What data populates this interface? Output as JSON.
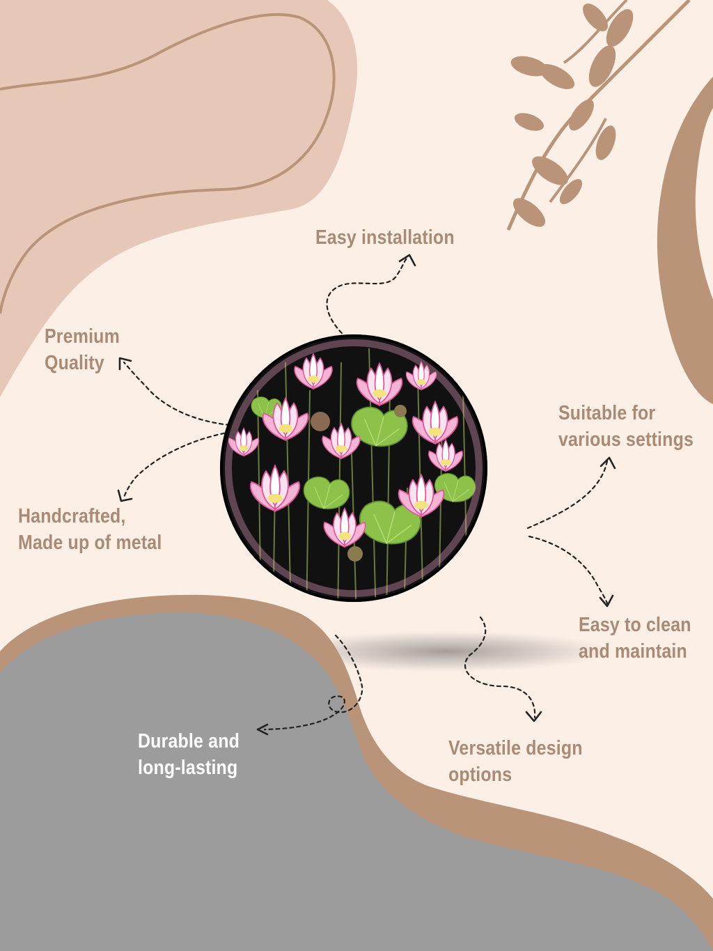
{
  "colors": {
    "background": "#fcefe6",
    "blush_blob": "#e7c7b7",
    "accent_brown": "#ba9479",
    "text_brown": "#a98a74",
    "gray_blob": "#9c9c9c",
    "text_white": "#ffffff",
    "tray_bg": "#111111",
    "lotus_pink": "#f3b4d6",
    "lotus_center": "#f4e27a",
    "lily_pad_green": "#8dc24a"
  },
  "product": {
    "icon": "lotus-tray-icon"
  },
  "features": {
    "easy_installation": {
      "lines": [
        "Easy installation"
      ]
    },
    "premium_quality": {
      "lines": [
        "Premium",
        "Quality"
      ]
    },
    "suitable_settings": {
      "lines": [
        "Suitable for",
        "various settings"
      ]
    },
    "handcrafted": {
      "lines": [
        "Handcrafted,",
        "Made up of metal"
      ]
    },
    "easy_clean": {
      "lines": [
        "Easy to clean",
        "and maintain"
      ]
    },
    "durable": {
      "lines": [
        "Durable and",
        "long-lasting"
      ]
    },
    "versatile": {
      "lines": [
        "Versatile design",
        "options"
      ]
    }
  }
}
